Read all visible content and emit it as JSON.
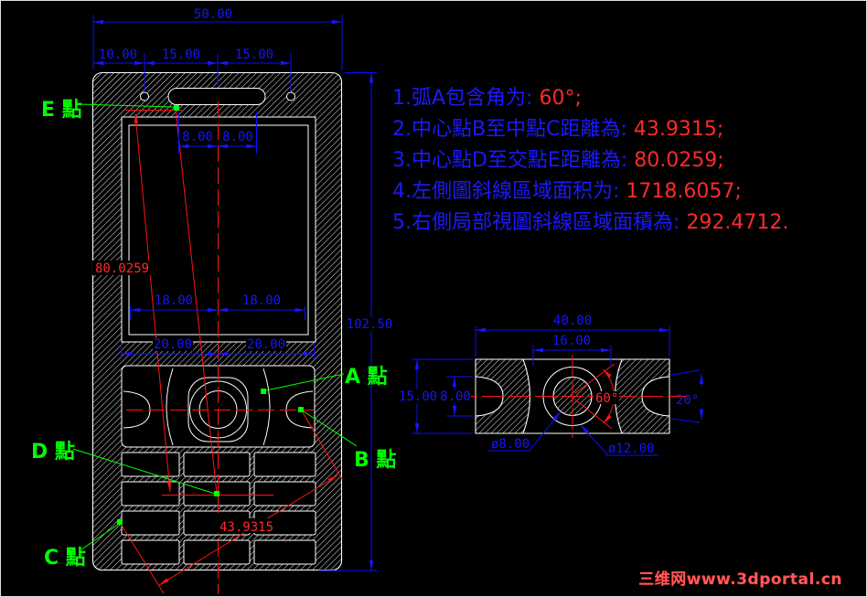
{
  "colors": {
    "background": "#000000",
    "blue": "#1515ff",
    "red": "#ff2a2a",
    "green": "#00ff00",
    "white": "#ffffff"
  },
  "front_view": {
    "dim_total_width": "50.00",
    "dim_offset_left": "10.00",
    "dim_offset_mid": "15.00",
    "dim_offset_right": "15.00",
    "dim_slot_left": "8.00",
    "dim_slot_right": "8.00",
    "dim_screen_left": "18.00",
    "dim_screen_right": "18.00",
    "dim_nav_left": "20.00",
    "dim_nav_right": "20.00",
    "dim_height": "102.50",
    "dim_de_distance": "80.0259",
    "dim_bc_distance": "43.9315"
  },
  "detail_view": {
    "dim_width": "40.00",
    "dim_center_span": "16.00",
    "dim_height": "15.00",
    "dim_notch_height": "8.00",
    "dia_inner": "ø8.00",
    "dia_outer": "ø12.00",
    "angle_arc": "60°",
    "angle_taper": "20°"
  },
  "points": {
    "e": "E 點",
    "a": "A 點",
    "b": "B 點",
    "d": "D 點",
    "c": "C 點"
  },
  "notes": {
    "items": [
      {
        "label": "1.弧A包含角为: ",
        "value": "60°;"
      },
      {
        "label": "2.中心點B至中點C距離為: ",
        "value": "43.9315;"
      },
      {
        "label": "3.中心點D至交點E距離為: ",
        "value": "80.0259;"
      },
      {
        "label": "4.左側圖斜線區域面积为: ",
        "value": "1718.6057;"
      },
      {
        "label": "5.右側局部視圖斜線區域面積為: ",
        "value": "292.4712."
      }
    ]
  },
  "watermark": "三维网www.3dportal.cn"
}
